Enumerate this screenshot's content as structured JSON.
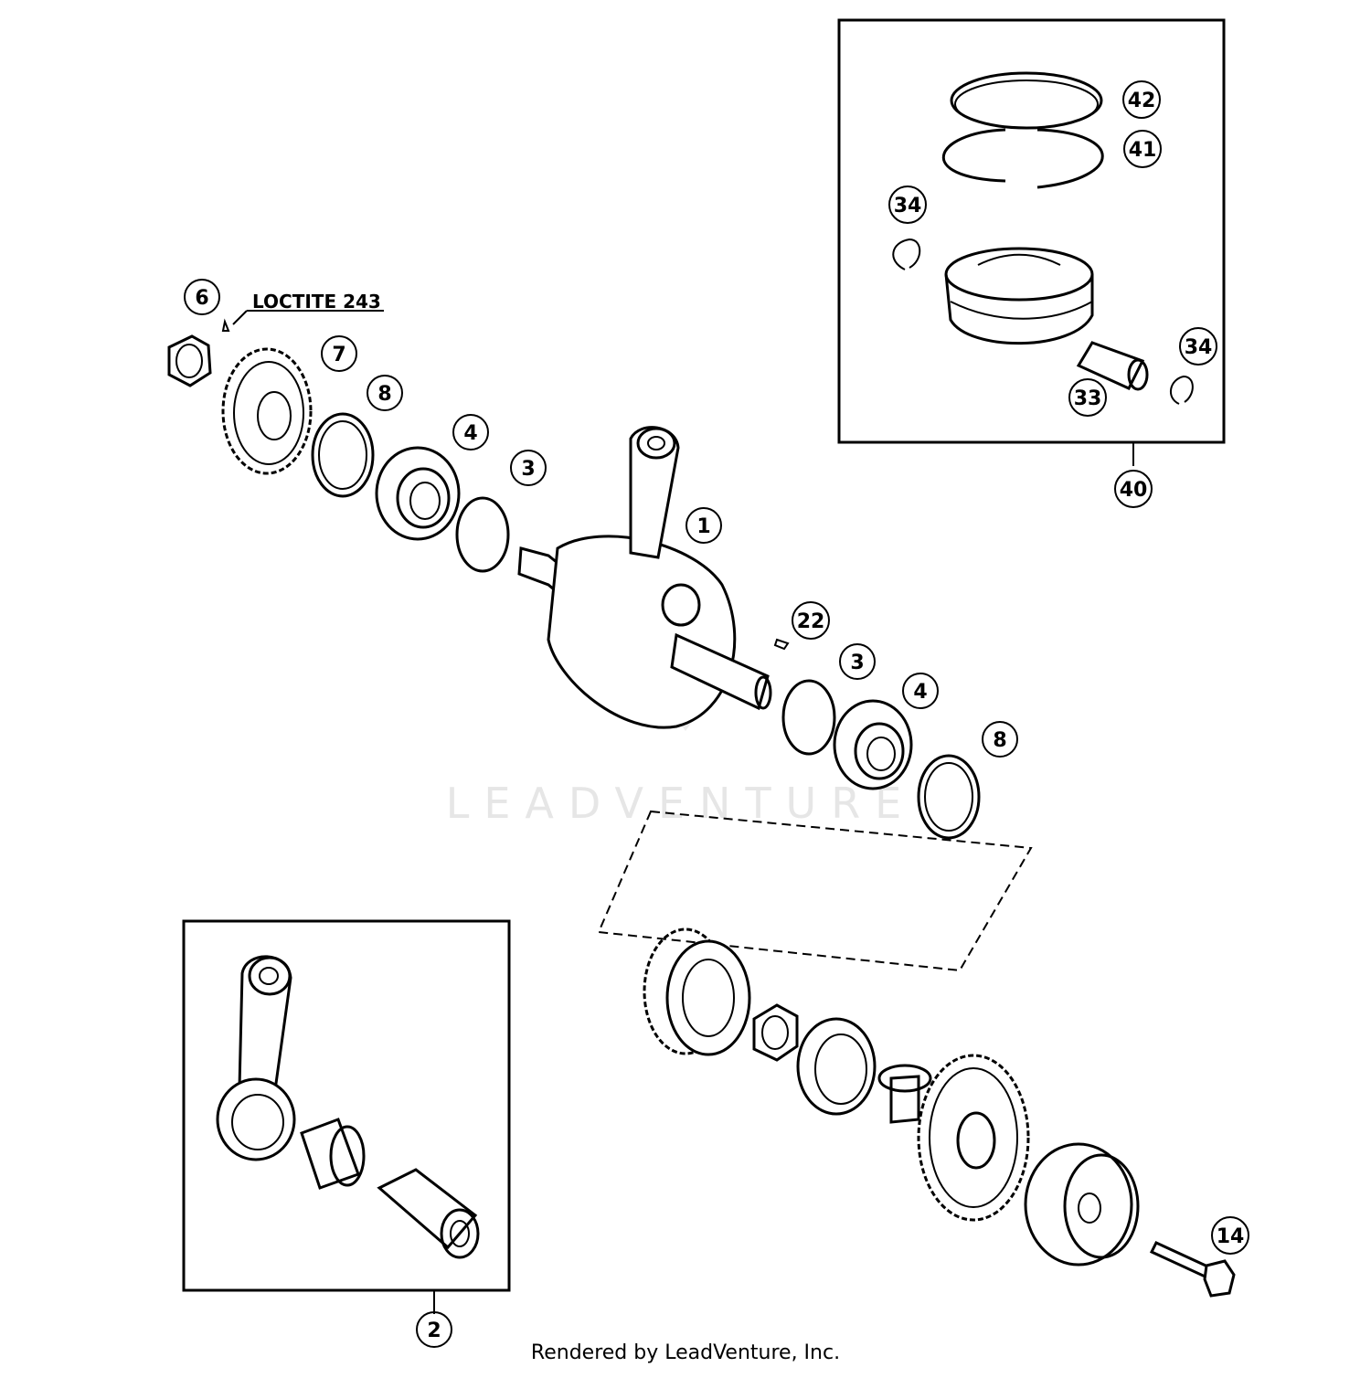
{
  "watermark": "LEADVENTURE",
  "footer": "Rendered by LeadVenture, Inc.",
  "note": "LOCTITE 243",
  "callouts": {
    "c1": "1",
    "c2": "2",
    "c3a": "3",
    "c3b": "3",
    "c4a": "4",
    "c4b": "4",
    "c6": "6",
    "c7": "7",
    "c8a": "8",
    "c8b": "8",
    "c14": "14",
    "c22": "22",
    "c33": "33",
    "c34a": "34",
    "c34b": "34",
    "c40": "40",
    "c41": "41",
    "c42": "42"
  }
}
